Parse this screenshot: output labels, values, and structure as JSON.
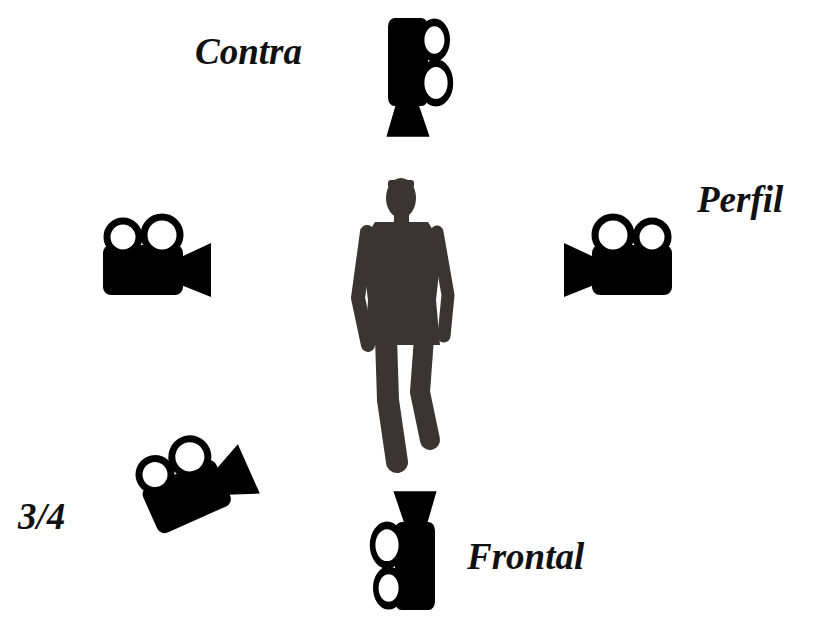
{
  "diagram": {
    "labels": [
      "Contra",
      "Perfil",
      "3/4",
      "Frontal"
    ]
  }
}
